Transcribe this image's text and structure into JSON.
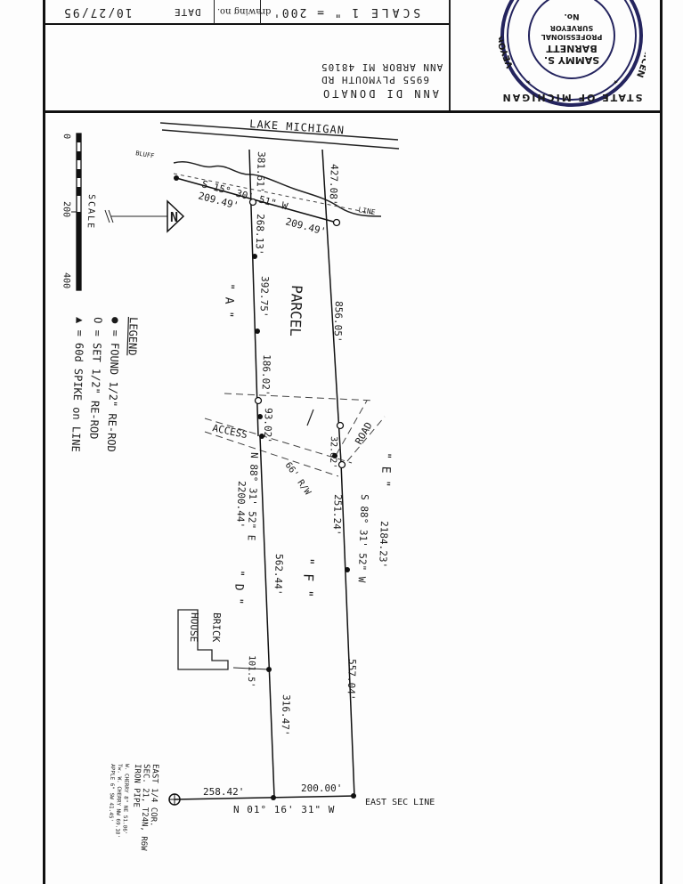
{
  "title_block": {
    "scale_label": "SCALE",
    "scale_value": "1 \" = 200'",
    "drawing_no_label": "drawing no.",
    "date_label": "DATE",
    "date_value": "10/27/95",
    "client_name": "ANN DI DONATO",
    "client_address_1": "6955 PLYMOUTH RD",
    "client_address_2": "ANN ARBOR MI 48105"
  },
  "seal": {
    "ring_text_top": "STATE OF MICHIGAN",
    "name_line_1": "SAMMY S.",
    "name_line_2": "BARNETT",
    "title_line_1": "PROFESSIONAL",
    "title_line_2": "SURVEYOR",
    "no_label": "No.",
    "side_left": "LICEN",
    "side_right": "VEYOR"
  },
  "map": {
    "lake": "LAKE   MICHIGAN",
    "bluff": "BLUFF",
    "line_label": "LINE",
    "bearing_top": "S  15° 30' 51\" W",
    "dist_209_left": "209.49'",
    "dist_209_right": "209.49'",
    "dist_381": "381.61'",
    "dist_427": "427.08'",
    "dist_268": "268.13'",
    "dist_392": "392.75'",
    "dist_856": "856.05'",
    "dist_186": "186.02'",
    "dist_93": "93.02'",
    "dist_32": "32.62'",
    "parcel": "PARCEL",
    "label_a": "\" A \"",
    "label_e": "\" E \"",
    "label_f": "\" F \"",
    "label_d": "\" D \"",
    "access": "ACCESS",
    "road": "ROAD",
    "row_66": "66' R/W",
    "bearing_n88": "N 88° 31' 52\" E",
    "dist_2200": "2200.44'",
    "bearing_s88": "S 88° 31' 52\" W",
    "dist_2184": "2184.23'",
    "dist_251": "251.24'",
    "dist_562": "562.44'",
    "brick_1": "BRICK",
    "brick_2": "HOUSE",
    "dist_101": "101.5'",
    "dist_557": "557.04'",
    "dist_316": "316.47'",
    "dist_258": "258.42'",
    "dist_200": "200.00'",
    "east_sec_line": "EAST SEC LINE",
    "bearing_n01": "N 01° 16' 31\" W",
    "corner_1": "EAST 1/4 COR.",
    "corner_2": "SEC. 21, T24N, R6W",
    "corner_3": "IRON PIPE",
    "witness_1": "W. CHERRY 8\"  NE  51.06'",
    "witness_2": "Tw. W. CHERRY  NW  69.10'",
    "witness_3": "APPLE 6\"  SW  41.45'"
  },
  "scale_bar": {
    "title": "SCALE",
    "tick_0": "0",
    "tick_200": "200",
    "tick_400": "400"
  },
  "legend": {
    "title": "LEGEND",
    "item_found": "● = FOUND 1/2\" RE-ROD",
    "item_set": "O = SET 1/2\" RE-ROD",
    "item_spike": "▲ = 60d SPIKE on LINE"
  }
}
